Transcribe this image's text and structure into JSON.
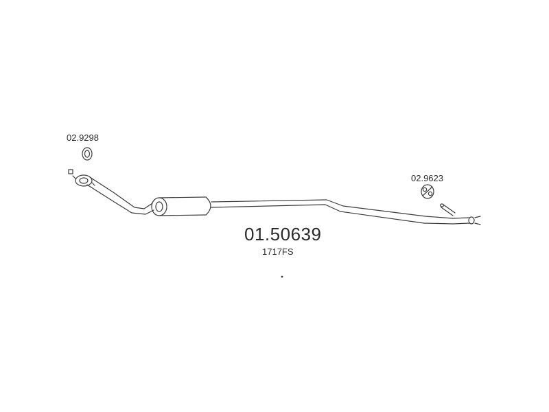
{
  "main_part": {
    "number": "01.50639",
    "code": "1717FS"
  },
  "accessories": [
    {
      "number": "02.9298",
      "icon": "ring-gasket-icon"
    },
    {
      "number": "02.9623",
      "icon": "rubber-mount-icon"
    }
  ],
  "colors": {
    "line": "#3a3a3a",
    "text": "#2a2a2a",
    "background": "#ffffff"
  }
}
